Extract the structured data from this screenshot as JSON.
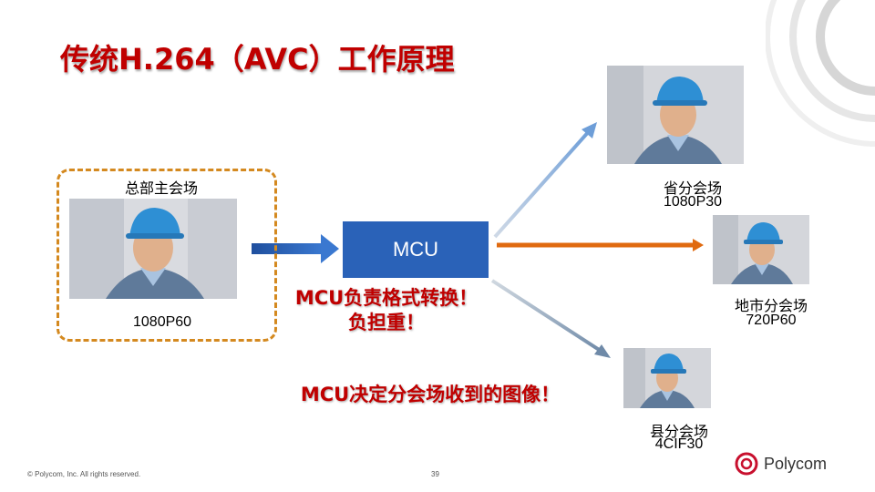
{
  "title": "传统H.264（AVC）工作原理",
  "hq": {
    "label": "总部主会场",
    "resolution": "1080P60"
  },
  "mcu": {
    "label": "MCU"
  },
  "notes": {
    "mcu_line1": "MCU负责格式转换！",
    "mcu_line2": "负担重！",
    "decide": "MCU决定分会场收到的图像！"
  },
  "sites": [
    {
      "name": "省分会场",
      "resolution": "1080P30"
    },
    {
      "name": "地市分会场",
      "resolution": "720P60"
    },
    {
      "name": "县分会场",
      "resolution": "4CIF30"
    }
  ],
  "footer": {
    "copyright": "© Polycom, Inc. All rights reserved.",
    "page_number": "39"
  },
  "logo": {
    "text": "Polycom"
  },
  "colors": {
    "title": "#c00000",
    "mcu_box": "#2a62b8",
    "hq_arrow": "#2a62b8",
    "orange_arrow": "#e06a10",
    "dashed_border": "#d4891f"
  }
}
